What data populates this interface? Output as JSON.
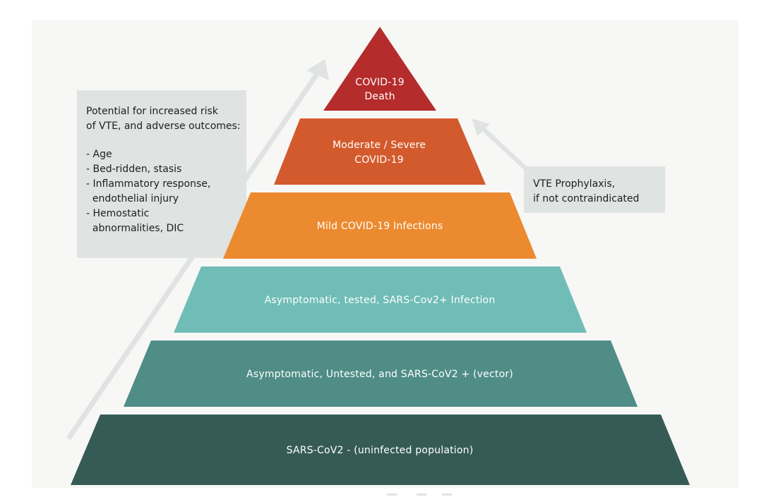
{
  "pyramid": {
    "tiers": [
      {
        "lines": [
          "COVID-19",
          "Death"
        ],
        "color": "#b42c2b"
      },
      {
        "lines": [
          "Moderate / Severe",
          "COVID-19"
        ],
        "color": "#d35a2d"
      },
      {
        "lines": [
          "Mild COVID-19 Infections"
        ],
        "color": "#ec8a2f"
      },
      {
        "lines": [
          "Asymptomatic, tested, SARS-Cov2+ Infection"
        ],
        "color": "#6fbdb6"
      },
      {
        "lines": [
          "Asymptomatic, Untested, and SARS-CoV2 + (vector)"
        ],
        "color": "#4f8d86"
      },
      {
        "lines": [
          "SARS-CoV2 - (uninfected population)"
        ],
        "color": "#365b56"
      }
    ]
  },
  "risk_box": {
    "heading_lines": [
      "Potential for increased risk",
      "of VTE, and adverse outcomes:"
    ],
    "items": [
      [
        "- Age"
      ],
      [
        "- Bed-ridden, stasis"
      ],
      [
        "- Inflammatory response,",
        "  endothelial injury"
      ],
      [
        "- Hemostatic",
        "  abnormalities, DIC"
      ]
    ]
  },
  "prophylaxis_box": {
    "lines": [
      "VTE Prophylaxis,",
      "if not contraindicated"
    ]
  },
  "colors": {
    "background_panel": "#f7f7f6",
    "callout_box": "#dfe3e1",
    "arrow": "#dfe3e1",
    "tier_text": "#ffffff",
    "box_text": "#1e1e1e"
  }
}
